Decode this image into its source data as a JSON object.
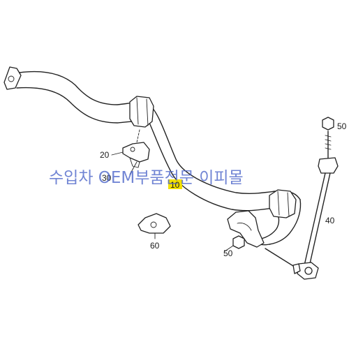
{
  "callouts": {
    "p10": "10",
    "p20": "20",
    "p30": "30",
    "p40": "40",
    "p50_top": "50",
    "p50_bottom": "50",
    "p60": "60"
  },
  "watermark": "수입차 OEM부품전문   이피몰",
  "colors": {
    "line": "#222222",
    "callout_highlight": "#f2e000",
    "watermark": "#4a63c8"
  }
}
